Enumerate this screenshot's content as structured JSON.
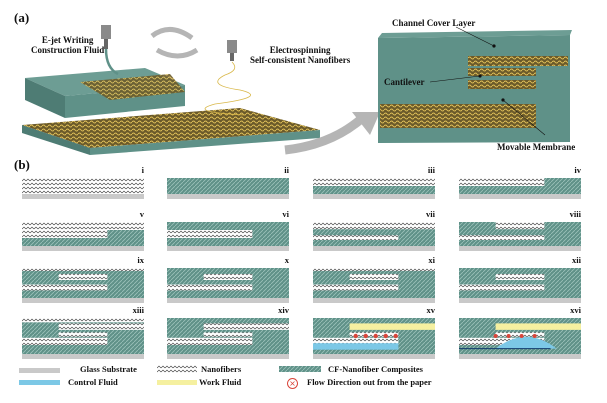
{
  "figure": {
    "panel_a": {
      "label": "(a)",
      "ejet_label_line1": "E-jet Writing",
      "ejet_label_line2": "Construction Fluid",
      "electro_label_line1": "Electrospinning",
      "electro_label_line2": "Self-consistent Nanofibers",
      "callouts": {
        "channel_cover": "Channel Cover Layer",
        "cantilever": "Cantilever",
        "movable_membrane": "Movable Membrane"
      }
    },
    "panel_b": {
      "label": "(b)",
      "steps": [
        {
          "id": "i"
        },
        {
          "id": "ii"
        },
        {
          "id": "iii"
        },
        {
          "id": "iv"
        },
        {
          "id": "v"
        },
        {
          "id": "vi"
        },
        {
          "id": "vii"
        },
        {
          "id": "viii"
        },
        {
          "id": "ix"
        },
        {
          "id": "x"
        },
        {
          "id": "xi"
        },
        {
          "id": "xii"
        },
        {
          "id": "xiii"
        },
        {
          "id": "xiv"
        },
        {
          "id": "xv"
        },
        {
          "id": "xvi"
        }
      ]
    },
    "legend": {
      "glass": "Glass Substrate",
      "nanofibers": "Nanofibers",
      "cf": "CF-Nanofiber Composites",
      "control": "Control Fluid",
      "work": "Work Fluid",
      "flow": "Flow Direction out from the paper"
    },
    "colors": {
      "teal": "#5f9188",
      "teal_dark": "#4a7a72",
      "glass": "#c9c9c9",
      "control_fluid": "#7cc8e6",
      "work_fluid": "#f5f0a0",
      "flow_marker": "#d9453a",
      "fiber_gold": "#c9a53c"
    }
  }
}
